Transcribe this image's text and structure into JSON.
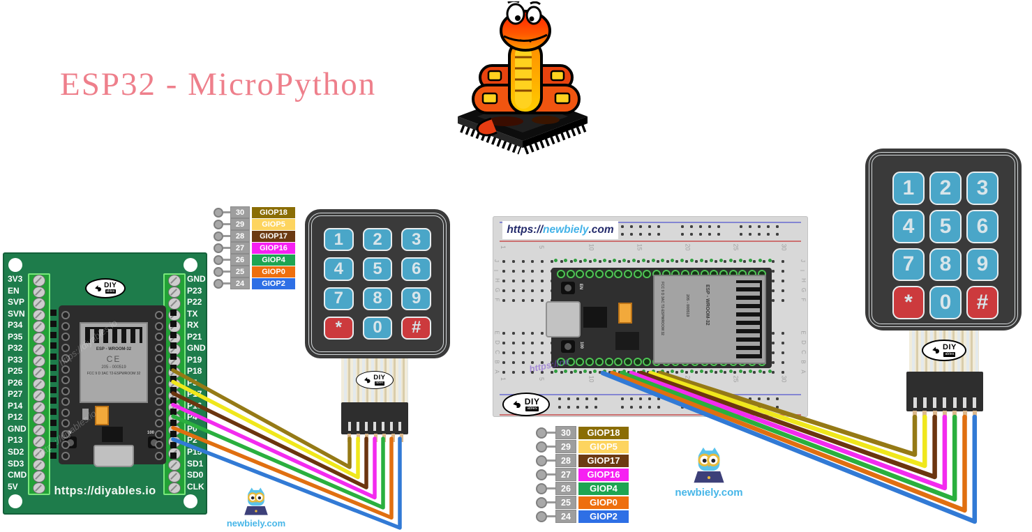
{
  "title": {
    "text": "ESP32 - MicroPython",
    "color": "#ee7f8b"
  },
  "expansion_board": {
    "url": "https://diyables.io",
    "watermark": "https://diyables.io",
    "left_pins": [
      "3V3",
      "EN",
      "SVP",
      "SVN",
      "P34",
      "P35",
      "P32",
      "P33",
      "P25",
      "P26",
      "P27",
      "P14",
      "P12",
      "GND",
      "P13",
      "SD2",
      "SD3",
      "CMD",
      "5V"
    ],
    "right_pins": [
      "GND",
      "P23",
      "P22",
      "TX",
      "RX",
      "P21",
      "GND",
      "P19",
      "P18",
      "P5",
      "P17",
      "P16",
      "P4",
      "P0",
      "P2",
      "P15",
      "SD1",
      "SD0",
      "CLK"
    ]
  },
  "esp32": {
    "module_name": "ESP - WROOM-32",
    "cert": "CE",
    "serial": "205 - 000519",
    "fcc_line": "FCC 9 D 3AC T2-ESPWROOM 32",
    "button_en": "EN",
    "button_boot": "100"
  },
  "legend": {
    "rows": [
      {
        "pin": "30",
        "label": "GIOP18",
        "color": "#8a6d05"
      },
      {
        "pin": "29",
        "label": "GIOP5",
        "color": "#fdd45f"
      },
      {
        "pin": "28",
        "label": "GIOP17",
        "color": "#6c3a12"
      },
      {
        "pin": "27",
        "label": "GIOP16",
        "color": "#f620f2"
      },
      {
        "pin": "26",
        "label": "GIOP4",
        "color": "#1ea552"
      },
      {
        "pin": "25",
        "label": "GIOP0",
        "color": "#ee6f0e"
      },
      {
        "pin": "24",
        "label": "GIOP2",
        "color": "#2e6fe5"
      }
    ]
  },
  "wires": {
    "colors": [
      "#957a16",
      "#f0e71c",
      "#6b350f",
      "#f32bef",
      "#2aaf3e",
      "#e06f10",
      "#327ad5"
    ]
  },
  "keypad": {
    "rows": [
      [
        "1",
        "2",
        "3"
      ],
      [
        "4",
        "5",
        "6"
      ],
      [
        "7",
        "8",
        "9"
      ],
      [
        "*",
        "0",
        "#"
      ]
    ],
    "red_keys": [
      "*",
      "#"
    ],
    "key_color": "#4aa6c8",
    "red_color": "#cc3a3d"
  },
  "breadboard": {
    "url": {
      "prefix": "https://",
      "name": "newbiely",
      "suffix": ".com"
    },
    "column_numbers": [
      "1",
      "5",
      "10",
      "15",
      "20",
      "25",
      "30"
    ],
    "row_letters_top": [
      "J",
      "I",
      "H",
      "G",
      "F"
    ],
    "row_letters_bottom": [
      "E",
      "D",
      "C",
      "B",
      "A"
    ],
    "watermark": "https://ne"
  },
  "mascot": {
    "label": "newbiely.com"
  },
  "diy_logo": {
    "text": "DIY",
    "sub": "ables"
  }
}
